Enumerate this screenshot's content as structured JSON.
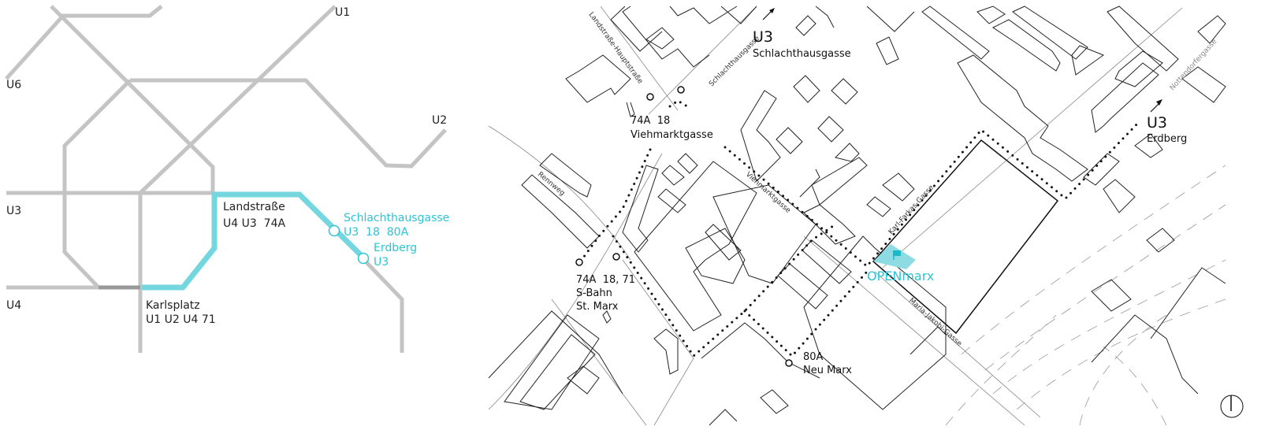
{
  "network_map": {
    "lines": {
      "u1": "U1",
      "u2": "U2",
      "u3": "U3",
      "u4": "U4",
      "u6": "U6"
    },
    "stations": {
      "landstrasse": {
        "name": "Landstraße",
        "lines": "U4 U3  74A"
      },
      "karlsplatz": {
        "name": "Karlsplatz",
        "lines": "U1 U2 U4 71"
      },
      "schlachthausgasse": {
        "name": "Schlachthausgasse",
        "lines": "U3  18  80A"
      },
      "erdberg": {
        "name": "Erdberg",
        "lines": "U3"
      }
    },
    "colors": {
      "line_gray": "#c4c4c4",
      "route_cyan": "#74d6de",
      "label_cyan": "#2ec4d4"
    }
  },
  "street_map": {
    "streets": {
      "landstrasse_hauptstrasse": "Landstraße-Hauptstraße",
      "schlachthausgasse": "Schlachthausgasse",
      "viehmarktgasse": "Viehmarktgasse",
      "rennweg": "Rennweg",
      "karl_farkas_gasse": "Karl-Farkas-Gasse",
      "maria_jakobi_gasse": "Maria-Jakobi-Gasse",
      "nottendorfergasse": "Nottendorfergasse"
    },
    "stops": {
      "viehmarktgasse": {
        "lines": "74A  18",
        "name": "Viehmarktgasse"
      },
      "st_marx": {
        "lines": "74A  18, 71",
        "name1": "S-Bahn",
        "name2": "St. Marx"
      },
      "neu_marx": {
        "lines": "80A",
        "name": "Neu Marx"
      },
      "u3_schlachthausgasse": {
        "line": "U3",
        "name": "Schlachthausgasse"
      },
      "u3_erdberg": {
        "line": "U3",
        "name": "Erdberg"
      }
    },
    "destination": "OPENmarx",
    "icons": [
      "arrow-icon",
      "flag-icon",
      "compass-icon"
    ]
  }
}
